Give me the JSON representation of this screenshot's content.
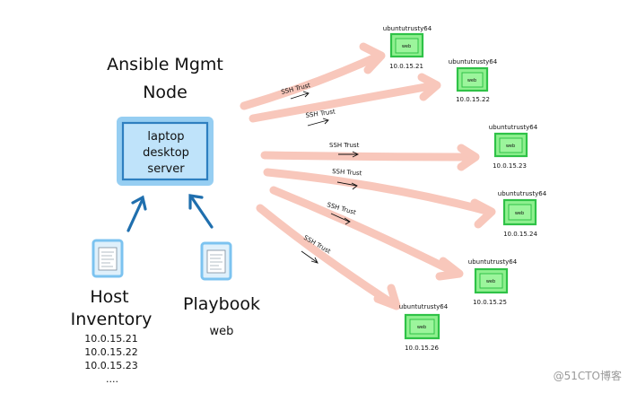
{
  "mgmt_node": {
    "title_line1": "Ansible Mgmt",
    "title_line2": "Node",
    "box_lines": [
      "laptop",
      "desktop",
      "server"
    ]
  },
  "host_inventory": {
    "label_line1": "Host",
    "label_line2": "Inventory",
    "ips": [
      "10.0.15.21",
      "10.0.15.22",
      "10.0.15.23",
      "...."
    ]
  },
  "playbook": {
    "label": "Playbook",
    "sub": "web"
  },
  "ssh_label": "SSH Trust",
  "targets": [
    {
      "name": "ubuntutrusty64",
      "tag": "web",
      "ip": "10.0.15.21"
    },
    {
      "name": "ubuntutrusty64",
      "tag": "web",
      "ip": "10.0.15.22"
    },
    {
      "name": "ubuntutrusty64",
      "tag": "web",
      "ip": "10.0.15.23"
    },
    {
      "name": "ubuntutrusty64",
      "tag": "web",
      "ip": "10.0.15.24"
    },
    {
      "name": "ubuntutrusty64",
      "tag": "web",
      "ip": "10.0.15.25"
    },
    {
      "name": "ubuntutrusty64",
      "tag": "web",
      "ip": "10.0.15.26"
    }
  ],
  "watermark": "@51CTO博客",
  "colors": {
    "arrow_pink": "#f8c7bb",
    "node_green": "#38d64f",
    "node_fill": "#8ff08f",
    "laptop_blue": "#4aa8e8",
    "laptop_fill": "#bfe3fa",
    "doc_blue": "#7cc3f0"
  }
}
